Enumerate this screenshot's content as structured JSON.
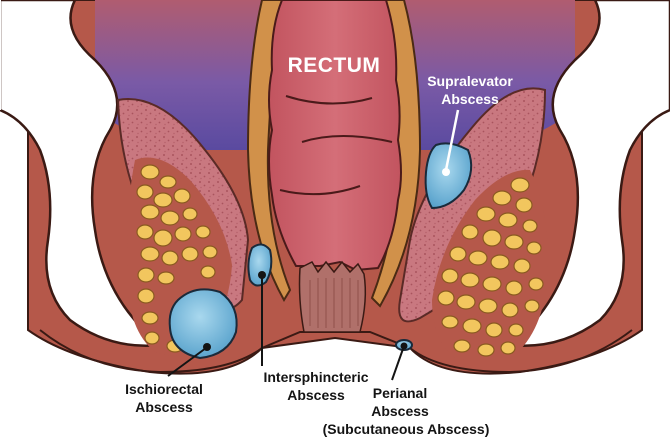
{
  "title": "RECTUM",
  "labels": {
    "supralevator": [
      "Supralevator",
      "Abscess"
    ],
    "ischiorectal": [
      "Ischiorectal",
      "Abscess"
    ],
    "intersphincteric": [
      "Intersphincteric",
      "Abscess"
    ],
    "perianal": [
      "Perianal",
      "Abscess",
      "(Subcutaneous Abscess)"
    ]
  },
  "colors": {
    "outer_tissue": "#b5584a",
    "inner_muscle": "#c4727a",
    "rectum": "#cf6470",
    "sphincter": "#d1914a",
    "fat": "#f2c65e",
    "abscess": "#6fb7dc",
    "pelvic_space": "#6f5aa8",
    "bone": "#ffffff"
  }
}
